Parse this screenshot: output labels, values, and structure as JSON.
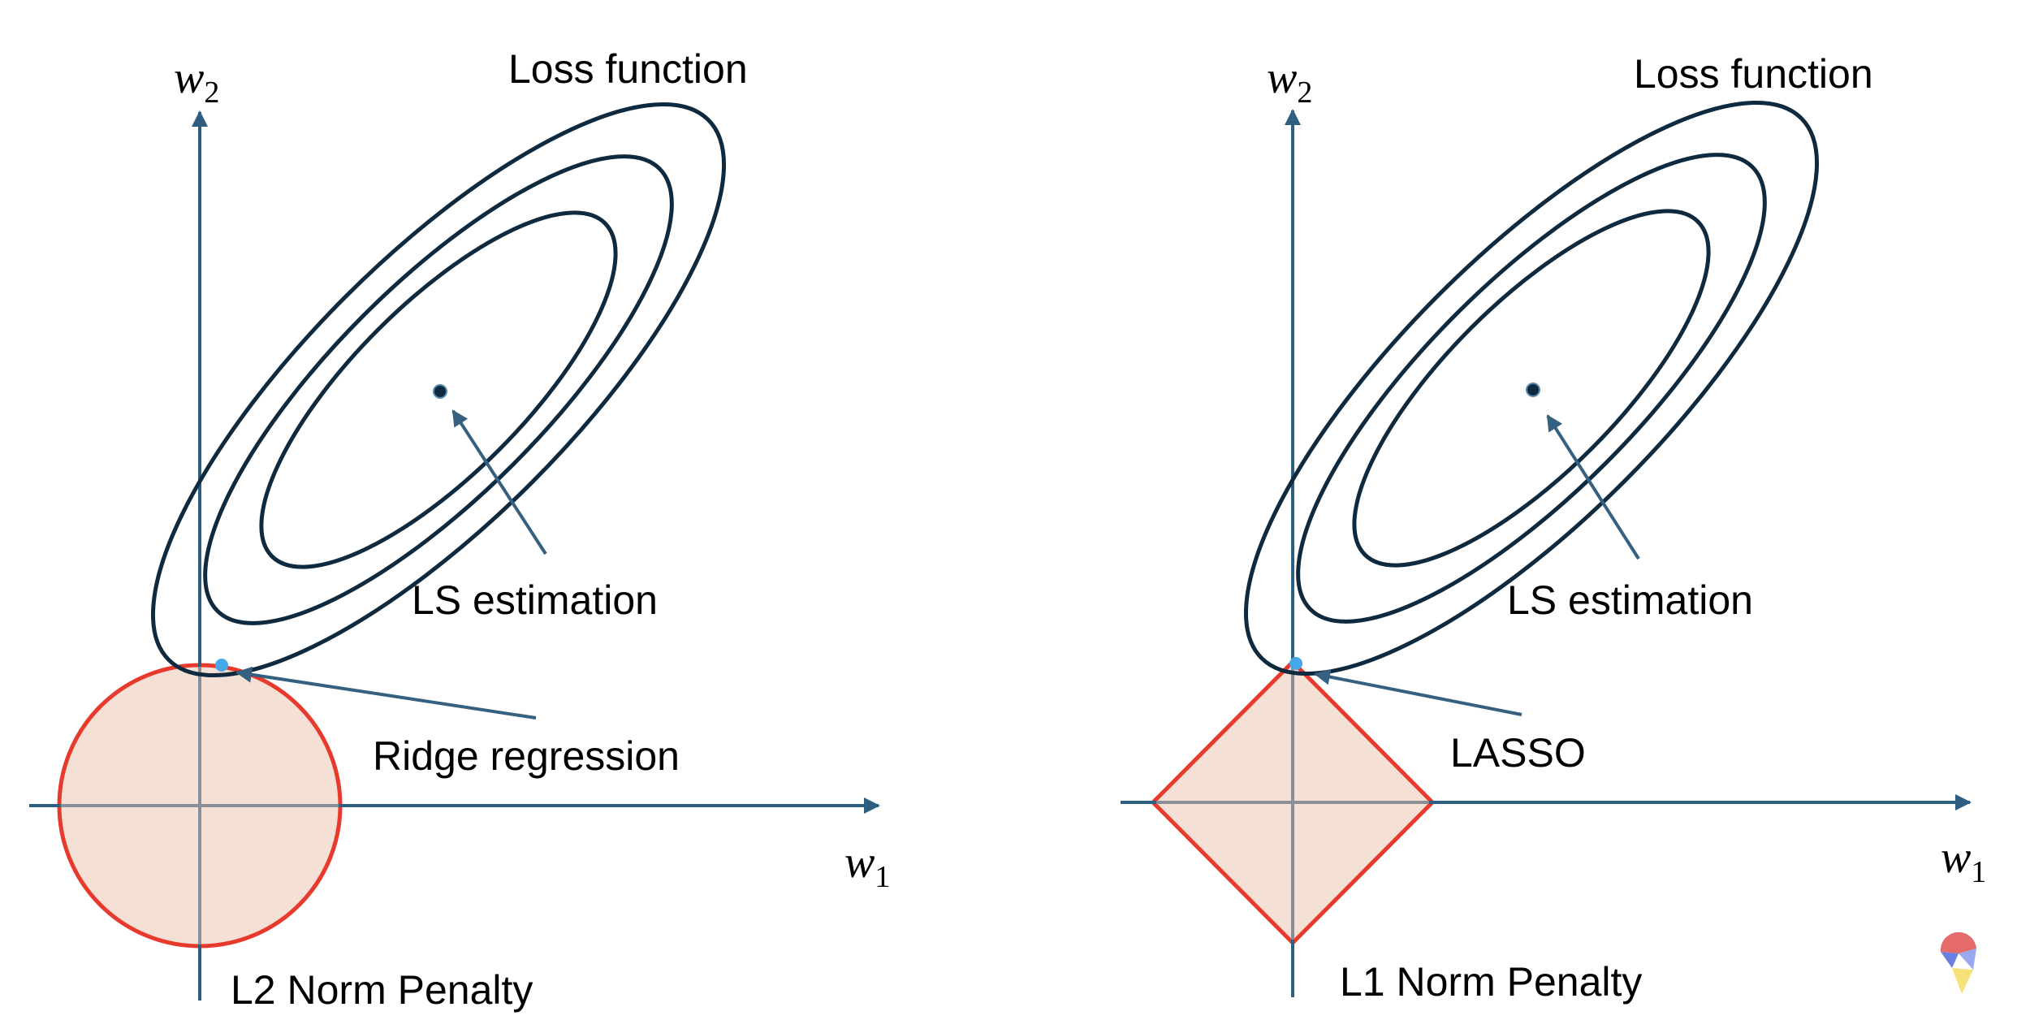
{
  "left_panel": {
    "axis_x": {
      "var": "w",
      "sub": "1"
    },
    "axis_y": {
      "var": "w",
      "sub": "2"
    },
    "title_label": "Loss function",
    "center_label": "LS estimation",
    "point_label": "Ridge regression",
    "penalty_label": "L2 Norm Penalty",
    "penalty_shape": "circle"
  },
  "right_panel": {
    "axis_x": {
      "var": "w",
      "sub": "1"
    },
    "axis_y": {
      "var": "w",
      "sub": "2"
    },
    "title_label": "Loss function",
    "center_label": "LS estimation",
    "point_label": "LASSO",
    "penalty_label": "L1 Norm Penalty",
    "penalty_shape": "diamond"
  },
  "colors": {
    "axis": "#2f5f80",
    "contour": "#0f2a3e",
    "penalty_stroke": "#e8392d",
    "penalty_fill": "#f5e0d6",
    "inner_axis": "#8a8f95",
    "tangent_point": "#45a8e8",
    "arrow": "#35607f"
  },
  "logo": {
    "icon": "ice-cream-logo-icon"
  }
}
